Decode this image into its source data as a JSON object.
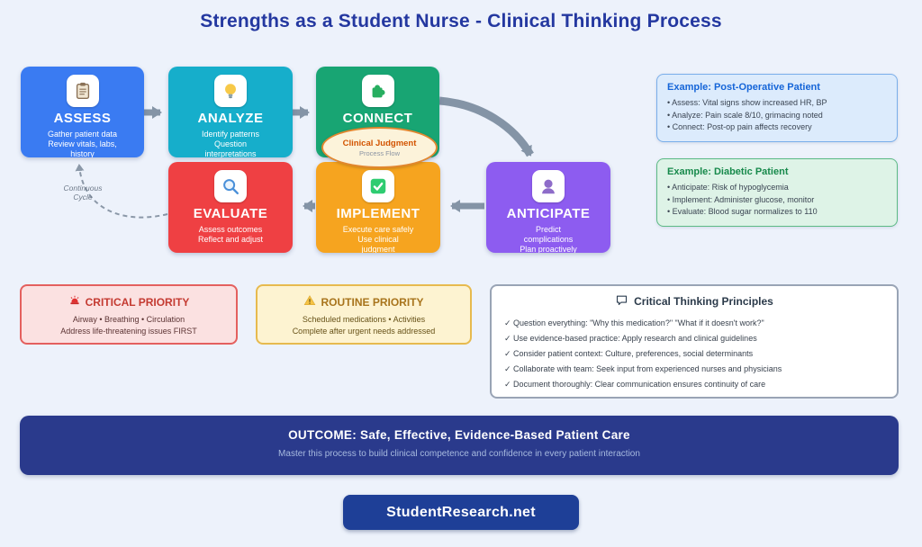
{
  "title": "Strengths as a Student Nurse - Clinical Thinking Process",
  "process": {
    "steps": [
      {
        "title": "ASSESS",
        "color": "#3a7bf2",
        "icon": "clipboard-icon",
        "lines": [
          "Gather patient data",
          "Review vitals, labs,",
          "history"
        ]
      },
      {
        "title": "ANALYZE",
        "color": "#16aecb",
        "icon": "lightbulb-icon",
        "lines": [
          "Identify patterns",
          "Question",
          "interpretations"
        ]
      },
      {
        "title": "CONNECT",
        "color": "#18a573",
        "icon": "puzzle-icon",
        "lines": []
      },
      {
        "title": "EVALUATE",
        "color": "#ef4043",
        "icon": "magnifier-icon",
        "lines": [
          "Assess outcomes",
          "Reflect and adjust"
        ]
      },
      {
        "title": "IMPLEMENT",
        "color": "#f6a41f",
        "icon": "check-icon",
        "lines": [
          "Execute care safely",
          "Use clinical",
          "judgment"
        ]
      },
      {
        "title": "ANTICIPATE",
        "color": "#8d5cf0",
        "icon": "person-icon",
        "lines": [
          "Predict",
          "complications",
          "Plan proactively"
        ]
      }
    ],
    "judgment": {
      "title": "Clinical Judgment",
      "subtitle": "Process Flow"
    },
    "cycle_label": "Continuous Cycle"
  },
  "examples": [
    {
      "title": "Example: Post-Operative Patient",
      "items": [
        "• Assess: Vital signs show increased HR, BP",
        "• Analyze: Pain scale 8/10, grimacing noted",
        "• Connect: Post-op pain affects recovery"
      ]
    },
    {
      "title": "Example: Diabetic Patient",
      "items": [
        "• Anticipate: Risk of hypoglycemia",
        "• Implement: Administer glucose, monitor",
        "• Evaluate: Blood sugar normalizes to 110"
      ]
    }
  ],
  "priorities": [
    {
      "title": "CRITICAL PRIORITY",
      "lines": [
        "Airway • Breathing • Circulation",
        "Address life-threatening issues FIRST"
      ]
    },
    {
      "title": "ROUTINE PRIORITY",
      "lines": [
        "Scheduled medications • Activities",
        "Complete after urgent needs addressed"
      ]
    }
  ],
  "principles": {
    "title": "Critical Thinking Principles",
    "items": [
      "✓ Question everything: \"Why this medication?\" \"What if it doesn't work?\"",
      "✓ Use evidence-based practice: Apply research and clinical guidelines",
      "✓ Consider patient context: Culture, preferences, social determinants",
      "✓ Collaborate with team: Seek input from experienced nurses and physicians",
      "✓ Document thoroughly: Clear communication ensures continuity of care"
    ]
  },
  "outcome": {
    "title": "OUTCOME: Safe, Effective, Evidence-Based Patient Care",
    "subtitle": "Master this process to build clinical competence and confidence in every patient interaction",
    "bg": "#2a3a8c"
  },
  "footer_button": "StudentResearch.net",
  "footer_color": "#1e3f97"
}
